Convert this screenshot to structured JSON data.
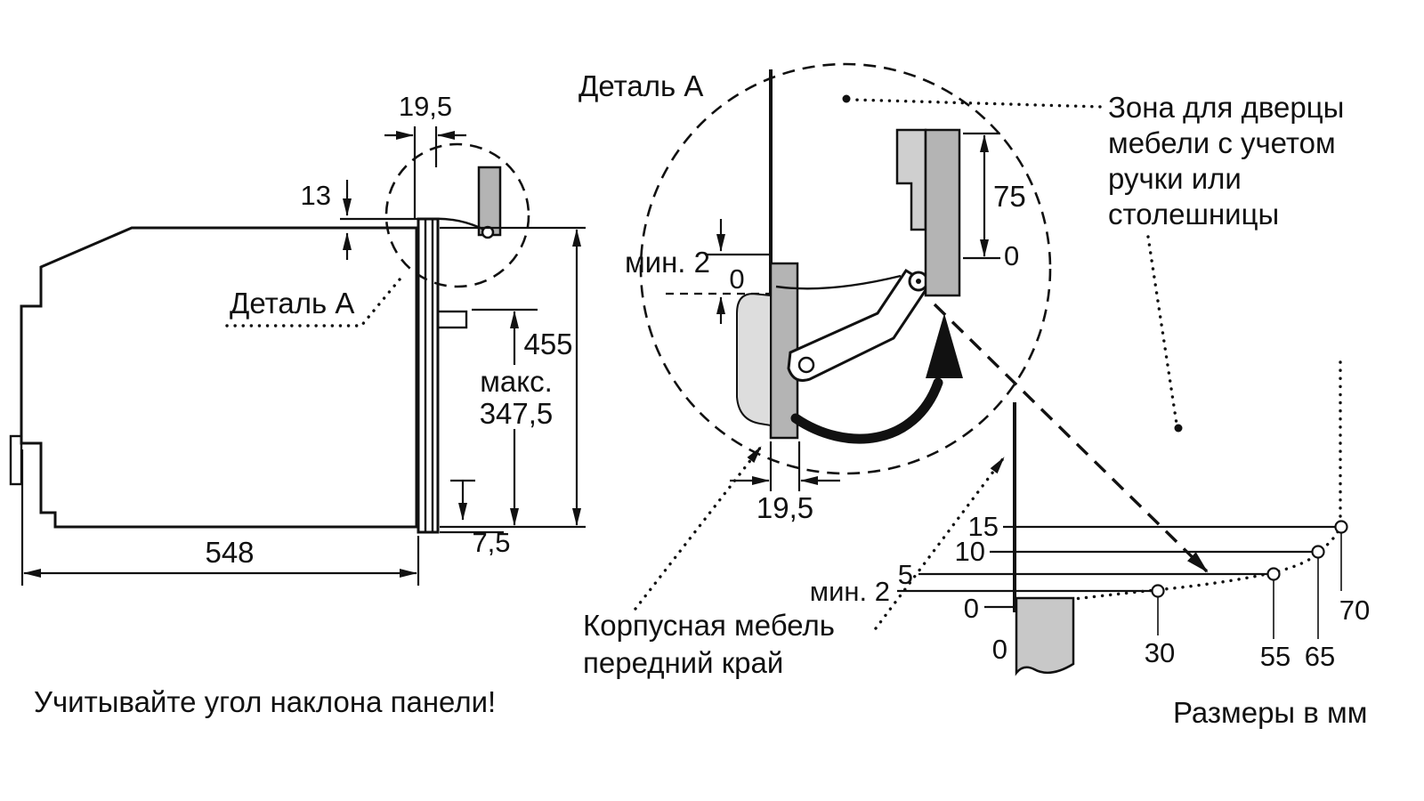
{
  "colors": {
    "line": "#111111",
    "panel_gray": "#b4b4b4",
    "door_gray": "#dddddd",
    "cabinet_gray": "#c8c8c8",
    "background": "#ffffff"
  },
  "side_view": {
    "dim_top_offset": "19,5",
    "dim_panel_drop": "13",
    "detail_label": "Деталь A",
    "dim_height": "455",
    "dim_max_label": "макс.",
    "dim_max_value": "347,5",
    "dim_bottom_gap": "7,5",
    "dim_depth": "548"
  },
  "detail_view": {
    "title": "Деталь A",
    "dim_min_gap": "мин. 2",
    "zero_left": "0",
    "dim_door_zone": "75",
    "zero_right": "0",
    "dim_front_offset": "19,5"
  },
  "zone_note": {
    "line1": "Зона для дверцы",
    "line2": "мебели с учетом",
    "line3": "ручки или",
    "line4": "столешницы"
  },
  "cabinet_note": {
    "line1": "Корпусная мебель",
    "line2": "передний край"
  },
  "gap_chart": {
    "y_labels": [
      "15",
      "10",
      "5",
      "мин. 2",
      "0"
    ],
    "x_origin": "0",
    "x_labels": [
      "30",
      "55",
      "65",
      "70"
    ],
    "data_points": [
      {
        "distance_mm": 30,
        "gap_mm": 2
      },
      {
        "distance_mm": 55,
        "gap_mm": 5
      },
      {
        "distance_mm": 65,
        "gap_mm": 10
      },
      {
        "distance_mm": 70,
        "gap_mm": 15
      }
    ]
  },
  "footer": {
    "warning": "Учитывайте угол наклона панели!",
    "units": "Размеры в мм"
  }
}
